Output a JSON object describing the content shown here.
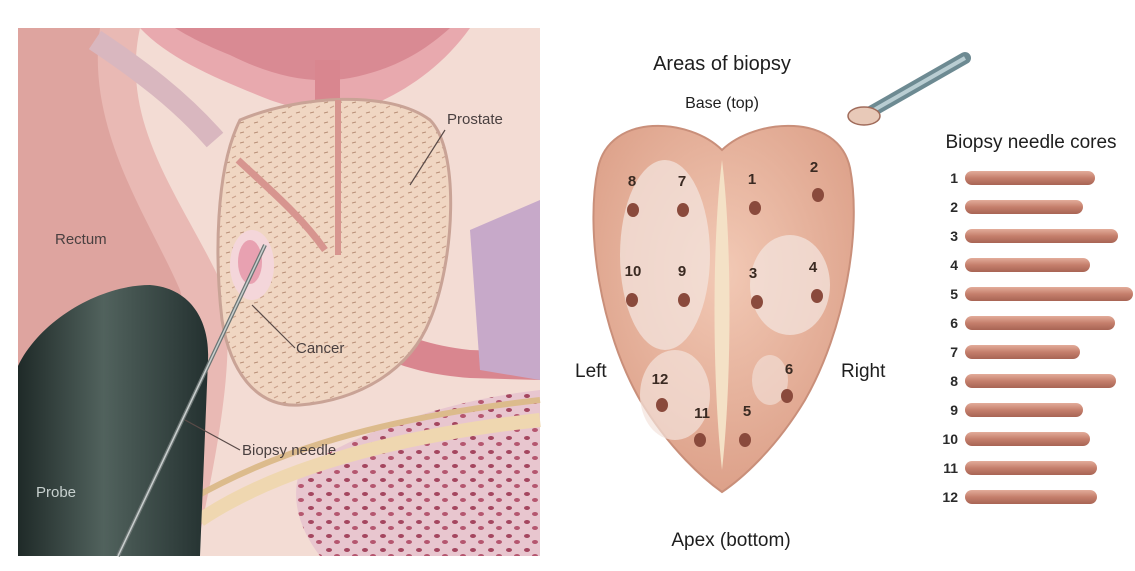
{
  "anatomy": {
    "labels": {
      "prostate": "Prostate",
      "rectum": "Rectum",
      "cancer": "Cancer",
      "biopsy_needle": "Biopsy needle",
      "probe": "Probe"
    }
  },
  "biopsy_map": {
    "title": "Areas of biopsy",
    "top_label": "Base (top)",
    "bottom_label": "Apex (bottom)",
    "left_label": "Left",
    "right_label": "Right",
    "sites": [
      "1",
      "2",
      "3",
      "4",
      "5",
      "6",
      "7",
      "8",
      "9",
      "10",
      "11",
      "12"
    ]
  },
  "cores": {
    "title": "Biopsy needle cores",
    "items": [
      {
        "label": "1"
      },
      {
        "label": "2"
      },
      {
        "label": "3"
      },
      {
        "label": "4"
      },
      {
        "label": "5"
      },
      {
        "label": "6"
      },
      {
        "label": "7"
      },
      {
        "label": "8"
      },
      {
        "label": "9"
      },
      {
        "label": "10"
      },
      {
        "label": "11"
      },
      {
        "label": "12"
      }
    ]
  },
  "colors": {
    "tissue": "#e9b8a6",
    "core": "#c98a7a",
    "probe": "#2f3d3a",
    "background": "#f6e3dc"
  }
}
